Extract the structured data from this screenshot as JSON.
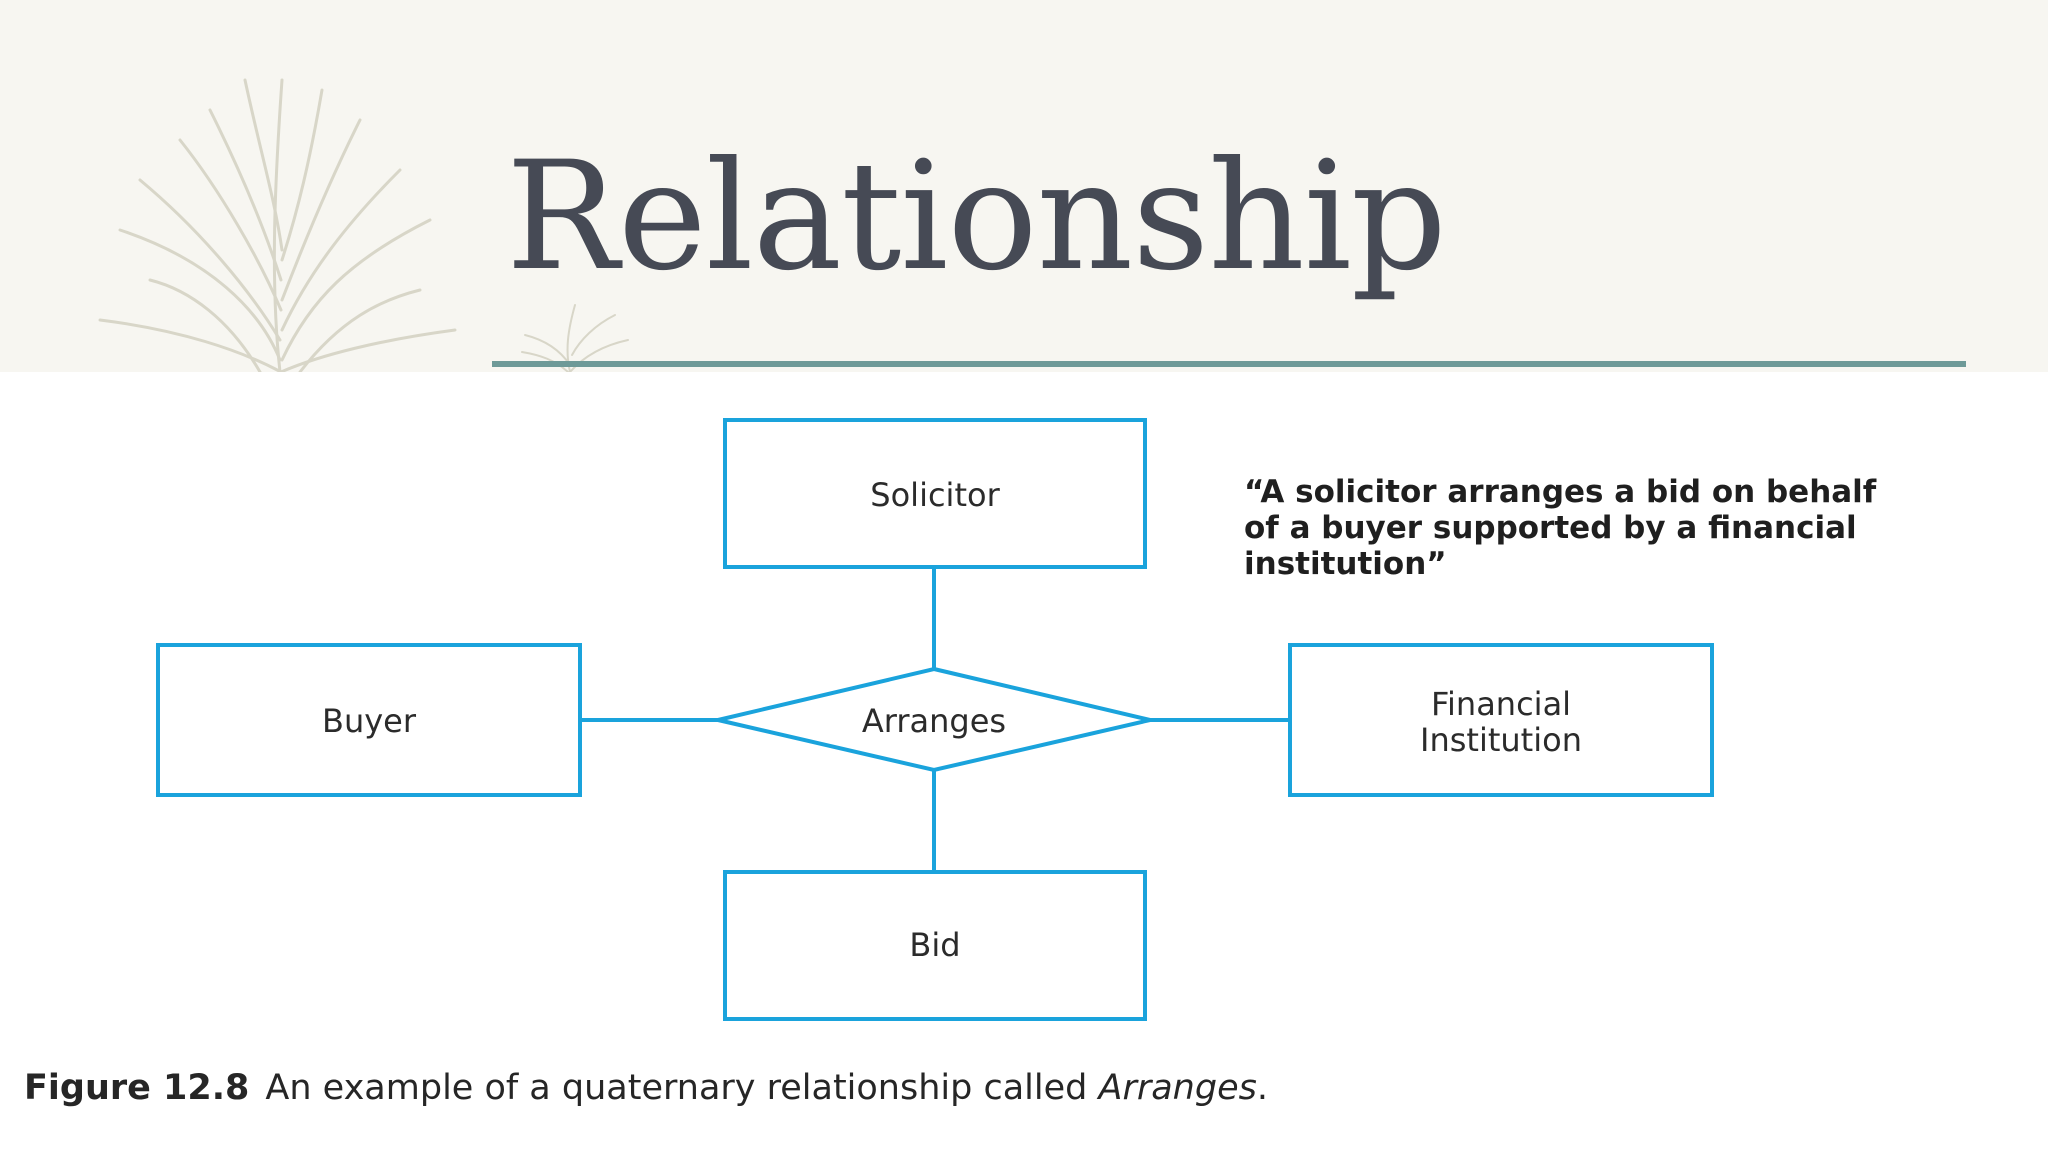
{
  "slide": {
    "title": "Relationship"
  },
  "diagram": {
    "entities": {
      "solicitor": "Solicitor",
      "buyer": "Buyer",
      "financial_line1": "Financial",
      "financial_line2": "Institution",
      "bid": "Bid"
    },
    "relationship": "Arranges",
    "quote": "“A solicitor arranges a bid on behalf\nof a buyer supported by a financial\ninstitution”"
  },
  "caption": {
    "label": "Figure 12.8",
    "text": "An example of a quaternary relationship called",
    "relationship_name": "Arranges",
    "end": "."
  },
  "colors": {
    "shape_stroke": "#1aa3dc",
    "title_rule": "#6e9a98",
    "title_text": "#464a55"
  }
}
